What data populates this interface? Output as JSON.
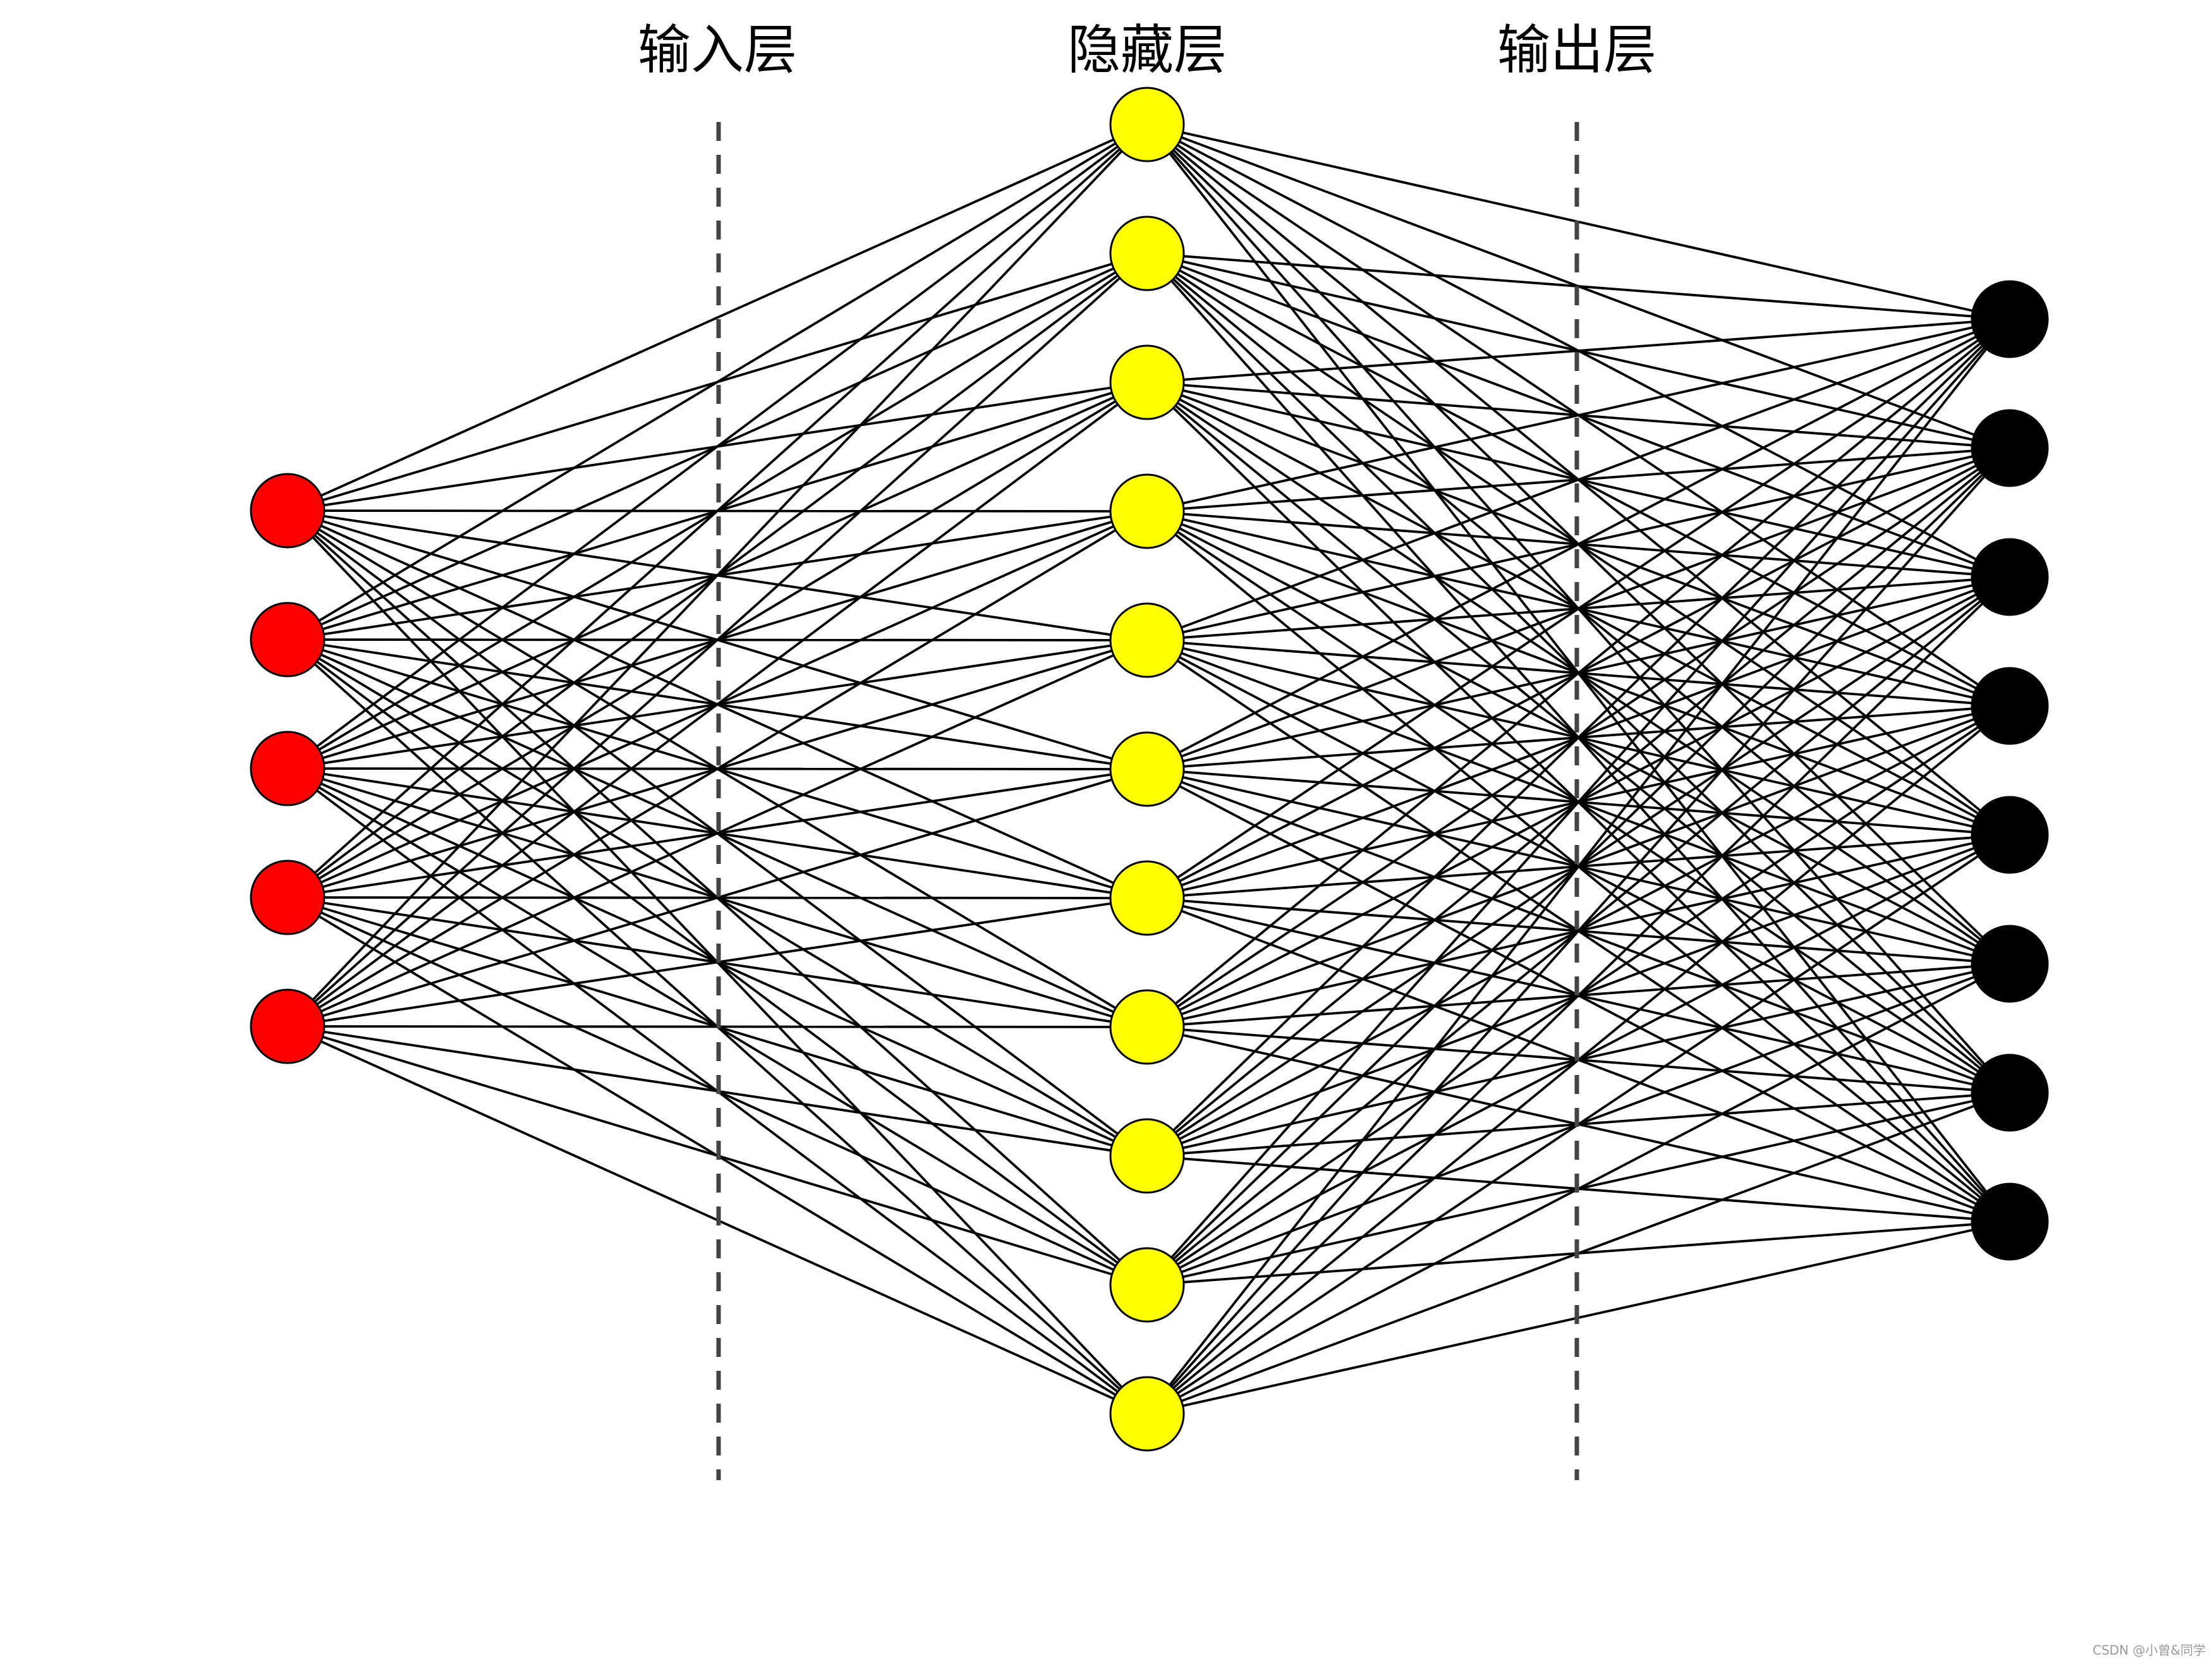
{
  "labels": {
    "input": "输入层",
    "hidden": "隐藏层",
    "output": "输出层"
  },
  "watermark": "CSDN @小曾&同学",
  "network": {
    "input_count": 5,
    "hidden_count": 11,
    "output_count": 8,
    "fully_connected": true
  },
  "colors": {
    "input_node": "#ff0000",
    "hidden_node": "#ffff00",
    "output_node": "#000000",
    "edge": "#000000",
    "divider": "#444444"
  }
}
